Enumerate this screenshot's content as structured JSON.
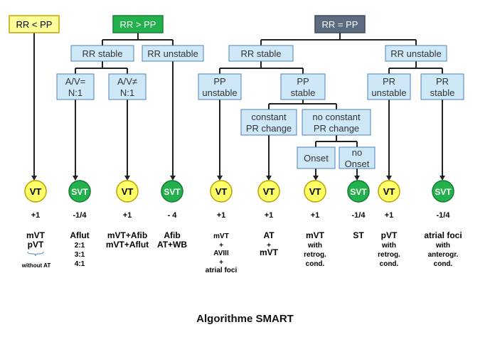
{
  "top_nodes": [
    {
      "id": "rr_lt_pp",
      "label": "RR < PP",
      "fill": "#ffff99",
      "stroke": "#c8a200",
      "text_color": "#000000"
    },
    {
      "id": "rr_gt_pp",
      "label": "RR > PP",
      "fill": "#22b14c",
      "stroke": "#1a7f37",
      "text_color": "#ffffff"
    },
    {
      "id": "rr_eq_pp",
      "label": "RR = PP",
      "fill": "#5b6b80",
      "stroke": "#3f4a5a",
      "text_color": "#ffffff"
    }
  ],
  "boxes": [
    {
      "id": "gt_rr_stable",
      "lines": [
        "RR stable"
      ]
    },
    {
      "id": "gt_rr_unstable",
      "lines": [
        "RR unstable"
      ]
    },
    {
      "id": "av_eq",
      "lines": [
        "A/V=",
        "N:1"
      ]
    },
    {
      "id": "av_neq",
      "lines": [
        "A/V≠",
        "N:1"
      ]
    },
    {
      "id": "eq_rr_stable",
      "lines": [
        "RR stable"
      ]
    },
    {
      "id": "eq_rr_unstable",
      "lines": [
        "RR unstable"
      ]
    },
    {
      "id": "pp_unstable",
      "lines": [
        "PP",
        "unstable"
      ]
    },
    {
      "id": "pp_stable",
      "lines": [
        "PP",
        "stable"
      ]
    },
    {
      "id": "pr_unstable",
      "lines": [
        "PR",
        "unstable"
      ]
    },
    {
      "id": "pr_stable",
      "lines": [
        "PR",
        "stable"
      ]
    },
    {
      "id": "const_pr",
      "lines": [
        "constant",
        "PR change"
      ]
    },
    {
      "id": "noconst_pr",
      "lines": [
        "no constant",
        "PR change"
      ]
    },
    {
      "id": "onset",
      "lines": [
        "Onset"
      ]
    },
    {
      "id": "no_onset",
      "lines": [
        "no",
        "Onset"
      ]
    }
  ],
  "leaves": [
    {
      "id": "l1",
      "label": "VT",
      "kind": "vt",
      "score": "+1",
      "dx": [
        "mVT",
        "pVT"
      ],
      "note": "without AT"
    },
    {
      "id": "l2",
      "label": "SVT",
      "kind": "svt",
      "score": "-1/4",
      "dx": [
        "Aflut",
        "2:1",
        "3:1",
        "4:1"
      ]
    },
    {
      "id": "l3",
      "label": "VT",
      "kind": "vt",
      "score": "+1",
      "dx": [
        "mVT+Afib",
        "mVT+Aflut"
      ]
    },
    {
      "id": "l4",
      "label": "SVT",
      "kind": "svt",
      "score": "- 4",
      "dx": [
        "Afib",
        "AT+WB"
      ]
    },
    {
      "id": "l5",
      "label": "VT",
      "kind": "vt",
      "score": "+1",
      "dx": [
        "mVT",
        "+",
        "AVIII",
        "+",
        "atrial foci"
      ]
    },
    {
      "id": "l6",
      "label": "VT",
      "kind": "vt",
      "score": "+1",
      "dx": [
        "AT",
        "+",
        "mVT"
      ]
    },
    {
      "id": "l7",
      "label": "VT",
      "kind": "vt",
      "score": "+1",
      "dx": [
        "mVT",
        "with",
        "retrog.",
        "cond."
      ]
    },
    {
      "id": "l8",
      "label": "SVT",
      "kind": "svt",
      "score": "-1/4",
      "dx": [
        "ST"
      ]
    },
    {
      "id": "l9",
      "label": "VT",
      "kind": "vt",
      "score": "+1",
      "dx": [
        "pVT",
        "with",
        "retrog.",
        "cond."
      ]
    },
    {
      "id": "l10",
      "label": "SVT",
      "kind": "svt",
      "score": "-1/4",
      "dx": [
        "atrial foci",
        "with",
        "anterogr.",
        "cond."
      ]
    }
  ],
  "colors": {
    "box_fill": "#cfe8f8",
    "box_stroke": "#4f81bd",
    "vt_fill": "#ffff66",
    "vt_stroke": "#b8a000",
    "svt_fill": "#22b14c",
    "svt_stroke": "#157a32",
    "line": "#222222"
  },
  "caption": "Algorithme SMART"
}
